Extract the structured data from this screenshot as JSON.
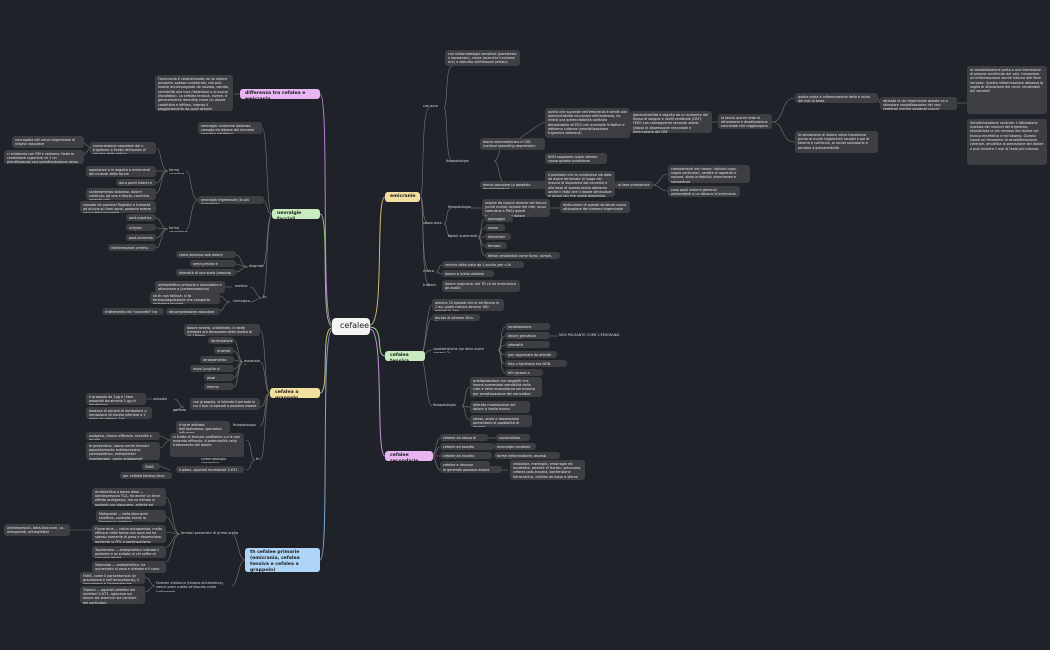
{
  "root": {
    "label": "cefalee"
  },
  "main_branches": {
    "emicranie": "emicranie",
    "cefalea_tensiva": "cefalea tensiva",
    "cefalee_secondarie": "cefalee secondarie",
    "differenza": "differenza tra cefalea e emicrania",
    "nevralgie": "nevralgie facciali",
    "grappolo": "cefalea a grappolo",
    "terapia": "th cefalee primarie (emicrania, cefalea tensiva e cefalea a grappolo)"
  },
  "emicranie": {
    "con_aura": "con aura",
    "con_aura_desc": "con sintomatologia sensitiva (parestesie e ipoestesie), visive (macchie luminose ecc) o disturbo dell'eloquio (afasia)",
    "fisiopatologia": "fisiopatologia",
    "csd": "teoria neuronale/cors e CSD (cortical spreading depression)",
    "csd_desc": "quello che succede nell'emicrania è simile alla ipereccitabilità neuronale dell'epilessia, ho infatti una ipereccitabilità corticale dimostrabile all'EEG con anomalie irritative e abbiamo cutanee (sensibilizzazione trigemino-talamica)",
    "ipereccit": "ipereccitabilità e seguita da un aumento del flusso di sangue e livelli cerebrale (CBF); l'EEG con conseguente secondo stadio (dopo) di depressione neuronale e diminuzione del CBF",
    "teoria_wave": "la teoria quindi vede di attivazione e disattivazione neuronale che raggiungono le fibre trigeminali della dura madre",
    "infiamm": "quello porta a infiammazione della e inizio del mal di testa",
    "attivaz": "attivata la via trigeminale questa va a stimolare vasodilatazione dei vasi cerebrali mentre sostanze pro-inf",
    "sens_periph": "la vasodilatazione porta a una liberazione di plasma contributo dei vasi, trovandolo un'infiammazione sterile intorno alle fibre nervose. Questa infiammazione abbassa la soglia di attivazione dei nervi, rendendoli più sensibili",
    "sens_central": "la sensazione di dolore viene trasmessa prima ai nuclei trigeminali caudali e poi al talamo e corteccia, ai nuclei salivatorio e portano a ipersensibilità",
    "sens_central_desc": "Sensibilizzazione centrale: L'attivazione ripetuta dei neuroni del trigemino, sensibilizza le vie nervose del dolore nel tronco encefalico e nel talamo. Questo causa un fenomeno di sensibilizzazione centrale, amplifica la percezione del dolore e può rendere il mal di testa più intenso.",
    "neuroni_silenti": "NON sappiamo quale stimolo causa questa condizione",
    "teoria_vasc": "teoria vascolare (o parallelo dopaminergica)",
    "teoria_vasc_desc": "il prodromi che la condizione sia data da avere terminato (il luogo del rilascio di dopamina dal cervello) e alla base di questa teoria abbiamo anche il fatto che il dolore diminuisce in alcuni più che usano dopamino-antagonisti",
    "fase_prodromica": "ai fase prodromica",
    "prodromica_desc": "cambiamenti del umore, disturbi cogn, voglie particolari, perdita di appetito o nausea, stato irritabilità, stanchezza e sonnolenza",
    "fase_prodromica_2": "cosa quali sintomi generali antecedenti a un attacco di emicrania",
    "senza_aura": "senza aura",
    "fisiopat2": "fisiopatologia",
    "fisiopat2_desc": "origine da regioni diverse del tronco (punti nucleo dorsale del rafe, locus coeruleus e PAG) quindi modulazione del dolore",
    "fisiopat2_desc2": "disfunzione di queste strutture causa attivazione del sistema trigeminale",
    "fattori": "fattori scatenanti",
    "fattori_items": [
      "passaggio",
      "sonno",
      "alimentari",
      "farmaci",
      "fattori ambientali come fumo, rumori, viaggi..."
    ],
    "clinica": "clinica",
    "clinica_items": [
      "cerchio della vista da 1 occhio per <1h",
      "dolore a livello orbitale"
    ],
    "trattamento": "trattam",
    "trattamento_desc": "dolore originario: dei TR ch da emicranico gli analiti"
  },
  "tensiva": {
    "i1": "almeno 10 episodi che si verificano in 1 aa, quale cronica almeno 180 episodi in 1aa",
    "i2": "durata di almeno 30m-7gg",
    "caratt": "caratteristiche (se deve avere almeno 2)",
    "c_items": [
      "localizzazione bilaterale",
      "dolore gravativo costrittivo",
      "intensità lieve/moderata",
      "non aggravato da attività fisica",
      "foto o fonofobia ma NON entrambe",
      "NO nausea o vomito"
    ],
    "c_note": "NON PULSANTE COME L'EMICRANIA",
    "fisiopat": "fisiopatologia",
    "fisio_items": [
      "predisposizione con soggetti che hanno aumentato sensibilità della cute e della muscolatura pericranica per sensitizzazione dei nocicettori periferici",
      "alterata modulazione del dolore a livello tronco",
      "stress, ansia e depressione aumentano la possibilità di insorzo"
    ]
  },
  "secondarie": {
    "items": [
      {
        "label": "cefalee da abuso di farmaci",
        "note": "sovrautilizzo"
      },
      {
        "label": "cefalee ad esordio improvviso/acuto",
        "note": "emorragie cerebrali"
      },
      {
        "label": "cefalee ad esordio subacuto",
        "note": "forme infiammatorie, ascessi cerebrali"
      },
      {
        "label": "cefalee a decorso progressivo",
        "note": ""
      },
      {
        "label": "le generale possono essere causate da",
        "note": "neoplasie, meningiti, emorragie ed encefalite, arterite di Horton, glaucoma, cefalea post-trauma, ipertensione intracranica, cefalea da tosse e sforzo"
      }
    ]
  },
  "differenza": {
    "desc": "l'emicrania è caratterizzata da un dolore pulsante, spesso unilaterale, che può essere accompagnato da nausea, vomito, sensibilità alla luce (fotofobia) o al suono (fonofobia). La cefalea tensiva, invece, è generalmente descritta come un dolore costrittivo e diffuso, intenso il peggioramento da quali sintomi aggiuntivi"
  },
  "nevralgie": {
    "intro": "nevralgia: sindrome dolorosa causata da lesione del neurone sensitivo periferico",
    "trigeminale": "nevralgia trigeminale (la più ricorrente)",
    "forma_primitiva": "forma primitiva",
    "primitiva_items": [
      "compressione vascolare del n. trigemino a livello dell'punto di entrata della radice",
      "spontanee o in seguito a movimenti dei muscoli della faccia",
      "dura pochi istanti e ritmici",
      "scatenamento doloroso, dolore continuo, ad una a fascia, cacchina, parente calo"
    ],
    "primitiva_left": [
      "neuropatia del nervo trigeminale di origine vascolare",
      "ci evidenzio con RM e vediamo l'arteria cerebellare superiore ch 1 un preutilizzando una iperstimolazione verso la un dura radice"
    ],
    "forma_secondaria": "forma secondaria",
    "secondaria_items": [
      "post-erpetica",
      "sclerosi multipla",
      "post-ischemia",
      "malformazioni arterio-venose"
    ],
    "secondaria_left": "causato da processi flogistici e tumorali ad alcune su fuori zone, possono essere causa della nevralgia",
    "diagnosi": "diagnosi",
    "diagnosi_items": [
      "come sintomo solo dolore monolaterale",
      "serie precise e delimitate",
      "intensità di una scala (mancia)"
    ],
    "th": "th",
    "medica": "medica",
    "medica_items": [
      "antiepilettico primario e secondario e attenzione a (carbamazepina)"
    ],
    "chirurgica": "chirurgica",
    "chirurgica_items": [
      "se th non fallisce, si fa termocoagulazione che comporta analgesia facciale",
      "trattamento del \"coschetti\" tra vaso e nervo",
      "decompressione vascolare secondo Jannetta"
    ]
  },
  "grappolo": {
    "intro": "dolore severo, unilaterale, in sede orbitaria e/o temporale della durata di 15-180min",
    "associato": "associato a",
    "assoc_items": [
      "lacrimazione",
      "rinorrea",
      "arrossamento nasale",
      "miosi (pupilla si restringe)",
      "ptosi palpebrale",
      "edema palpebrale"
    ],
    "periodo": "periodo",
    "periodo_items": [
      "con grappolo, si intende il periodo in cui il tipo di episodi a possono essere",
      "episodio"
    ],
    "periodo_left": [
      "Il grappolo da 1gg e i fase associati da almeno 1 gg di remissione",
      "assenza di periodi di remissione o remissione di durata inferiore a 1 mese da almeno 1aa"
    ],
    "fisiopat": "fisiopatologia",
    "fisiopat_desc": "è forte attivata dell'ipotalamo, sporadico influenza",
    "trattamento": "th",
    "tratt_profil": "sintomatologia preventiva",
    "tratt_items": [
      "si tratta di farmaci profilattici cui le non essendo efficacia, a potenzialità nella trattamento del dolore",
      "triptani, agonisti recettoriali 5-HT1"
    ],
    "tratt_left": [
      "ossigeno, ritorno efficacia, severità e durata",
      "le preventiva: usano anche farmaci appositamente antidepressivo (antiepilettico, antiepilettici (topiramato), calcio antagonisti (flunarizina), e beta-bloccanti (propranololo)"
    ],
    "fans": "FANS",
    "fans_2": "per cefalea tensiva lieve"
  },
  "terapia": {
    "prima_linea": "farmaci preventivi di prima scelta",
    "prima_items": [
      "Amitriptilina a basso dose — antidepressivo TCA, ha anche un lieve effetto analgesico, ma va evitato in pazienti con glaucoma, aritmie ed ipertrofia prostatica",
      "Metoprolol — beta-bloccante selettivo, controlla anche la frequenza cardiaca",
      "Flunarizina — calcio-antagonista, molto efficace nelle forme con aura ma ha spesso aumento di peso e depressione, aumento la PRL e parkinsonismo",
      "Topiramato — antiepilettico indicato il paziente a se evitato in chi soffre di calcolosi renale",
      "Valproato — antiepilettico, ha aumentato di peso e diabete e il cono del tremore"
    ],
    "left": "antidepressivi, beta-bloccanti, ca-antagonisti, antiepilettici",
    "attacco": "Farmaci d'attacco (terapia sintomatica), vanno presi subito all'esordio come trattamenti",
    "attacco_items": [
      "FANS, come il paracetamolo (in gravidanza e nell'ambulatorio), il naprossene e l'indometacina",
      "Triptani — agonisti selettivi dei recettori 5-HT1, agiscono sul dolore sia sistemici sia centrale dei particolari"
    ]
  }
}
